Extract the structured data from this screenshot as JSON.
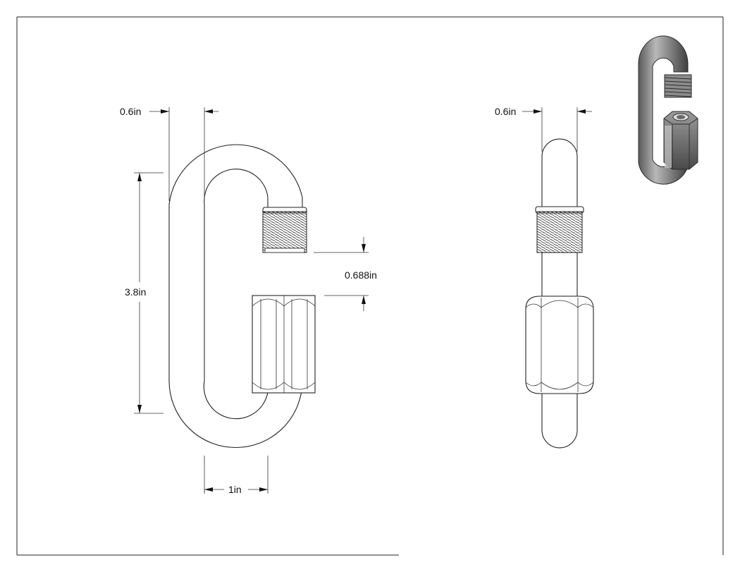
{
  "drawing": {
    "title": "Quick link connector drawing",
    "dimensions": {
      "front_width_top": "0.6in",
      "side_width_top": "0.6in",
      "overall_height": "3.8in",
      "gap_opening": "0.688in",
      "inner_width": "1in"
    }
  },
  "colors": {
    "line": "#222222",
    "background": "#ffffff",
    "render_steel_dark": "#4a4a4a",
    "render_steel_light": "#b8b8b8"
  }
}
